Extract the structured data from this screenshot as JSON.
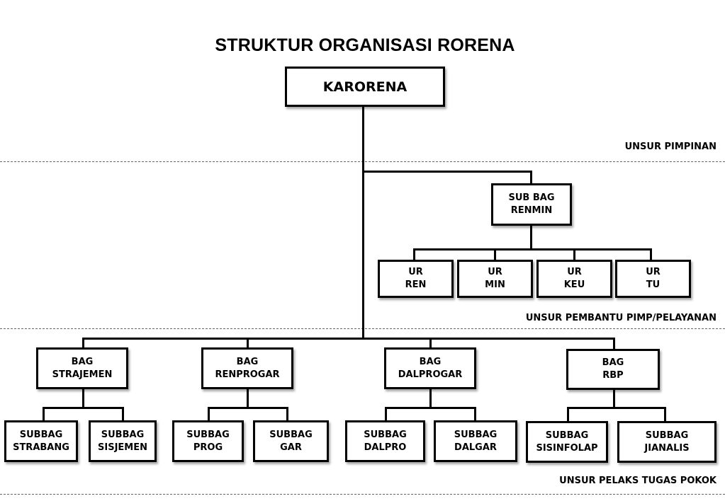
{
  "title": "STRUKTUR ORGANISASI RORENA",
  "head": {
    "line1": "KARORENA"
  },
  "zones": {
    "pimpinan": "UNSUR PIMPINAN",
    "pembantu": "UNSUR PEMBANTU PIMP/PELAYANAN",
    "pelaks": "UNSUR PELAKS TUGAS POKOK"
  },
  "renmin": {
    "line1": "SUB BAG",
    "line2": "RENMIN"
  },
  "urusan": [
    {
      "line1": "UR",
      "line2": "REN"
    },
    {
      "line1": "UR",
      "line2": "MIN"
    },
    {
      "line1": "UR",
      "line2": "KEU"
    },
    {
      "line1": "UR",
      "line2": "TU"
    }
  ],
  "bagian": [
    {
      "line1": "BAG",
      "line2": "STRAJEMEN",
      "subbag": [
        {
          "line1": "SUBBAG",
          "line2": "STRABANG"
        },
        {
          "line1": "SUBBAG",
          "line2": "SISJEMEN"
        }
      ]
    },
    {
      "line1": "BAG",
      "line2": "RENPROGAR",
      "subbag": [
        {
          "line1": "SUBBAG",
          "line2": "PROG"
        },
        {
          "line1": "SUBBAG",
          "line2": "GAR"
        }
      ]
    },
    {
      "line1": "BAG",
      "line2": "DALPROGAR",
      "subbag": [
        {
          "line1": "SUBBAG",
          "line2": "DALPRO"
        },
        {
          "line1": "SUBBAG",
          "line2": "DALGAR"
        }
      ]
    },
    {
      "line1": "BAG",
      "line2": "RBP",
      "subbag": [
        {
          "line1": "SUBBAG",
          "line2": "SISINFOLAP"
        },
        {
          "line1": "SUBBAG",
          "line2": "JIANALIS"
        }
      ]
    }
  ]
}
